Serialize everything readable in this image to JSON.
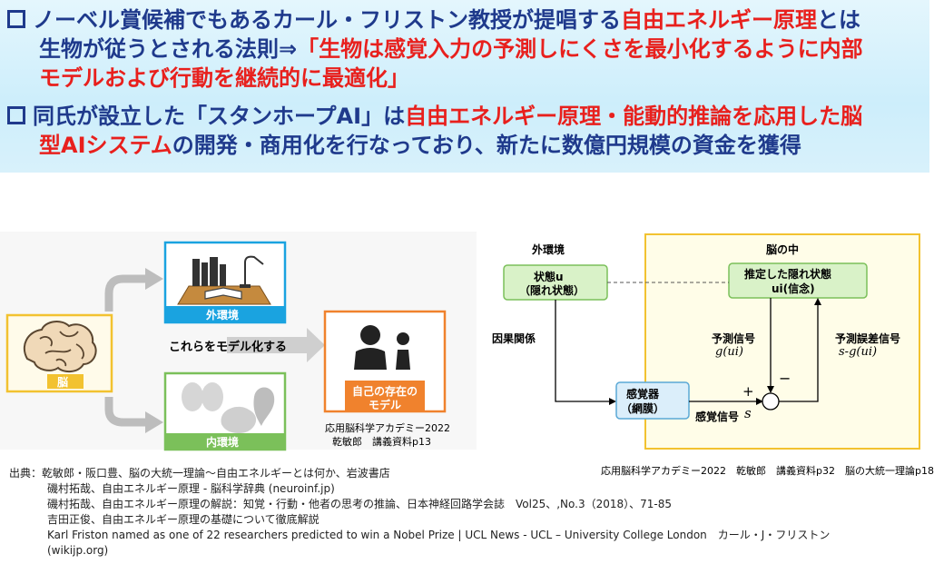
{
  "banner": {
    "bullet1": {
      "line1_a": "ノーベル賞候補でもあるカール・フリストン教授が提唱する",
      "line1_b": "自由エネルギー原理",
      "line1_c": "とは",
      "line2_a": "生物が従うとされる法則⇒",
      "line2_b": "「生物は感覚入力の予測しにくさを最小化するように内部",
      "line3": "モデルおよび行動を継続的に最適化」"
    },
    "bullet2": {
      "line1_a": "同氏が設立した「スタンホープAI」は",
      "line1_b": "自由エネルギー原理・能動的推論を応用した脳",
      "line2_a": "型AIシステム",
      "line2_b": "の開発・商用化を行なっており、新たに数億円規模の資金を獲得"
    }
  },
  "left_diagram": {
    "brain_label": "脳",
    "outer_env_label": "外環境",
    "inner_env_label": "内環境",
    "model_text": "これらをモデル化する",
    "self_label_line1": "自己の存在の",
    "self_label_line2": "モデル",
    "credit_line1": "応用脳科学アカデミー2022",
    "credit_line2": "乾敏郎　講義資料p13"
  },
  "right_diagram": {
    "outer_title": "外環境",
    "brain_title": "脳の中",
    "state_line1": "状態u",
    "state_line2": "（隠れ状態）",
    "estimated_line1": "推定した隠れ状態",
    "estimated_line2": "ui(信念)",
    "causal": "因果関係",
    "pred_signal": "予測信号",
    "pred_formula": "g(ui)",
    "error_signal": "予測誤差信号",
    "error_formula": "s-g(ui)",
    "sensor_line1": "感覚器",
    "sensor_line2": "（網膜）",
    "sensory_signal": "感覚信号",
    "sensory_symbol": "s",
    "plus": "+",
    "minus": "−",
    "credit": "応用脳科学アカデミー2022　乾敏郎　講義資料p32　脳の大統一理論p18"
  },
  "citations": {
    "line1": "出典：乾敏郎・阪口豊、脳の大統一理論～自由エネルギーとは何か、岩波書店",
    "line2": "磯村拓哉、自由エネルギー原理 - 脳科学辞典 (neuroinf.jp)",
    "line3": "磯村拓哉、自由エネルギー原理の解説：知覚・行動・他者の思考の推論、日本神経回路学会誌　Vol25、,No.3（2018）、71-85",
    "line4": "吉田正俊、自由エネルギー原理の基礎について徹底解説",
    "line5": "Karl Friston named as one of 22 researchers predicted to win a Nobel Prize | UCL News - UCL – University College London　カール・J・フリストン",
    "line6": "(wikijp.org)"
  },
  "colors": {
    "navy": "#1f3a8c",
    "red": "#e8201d",
    "blue_frame": "#1aa3e0",
    "green_frame": "#7bc05a",
    "orange_frame": "#f0822d",
    "yellow_frame": "#f2c230",
    "node_green": "#d9f2c8",
    "brain_yellow_bg": "#fffbea"
  }
}
